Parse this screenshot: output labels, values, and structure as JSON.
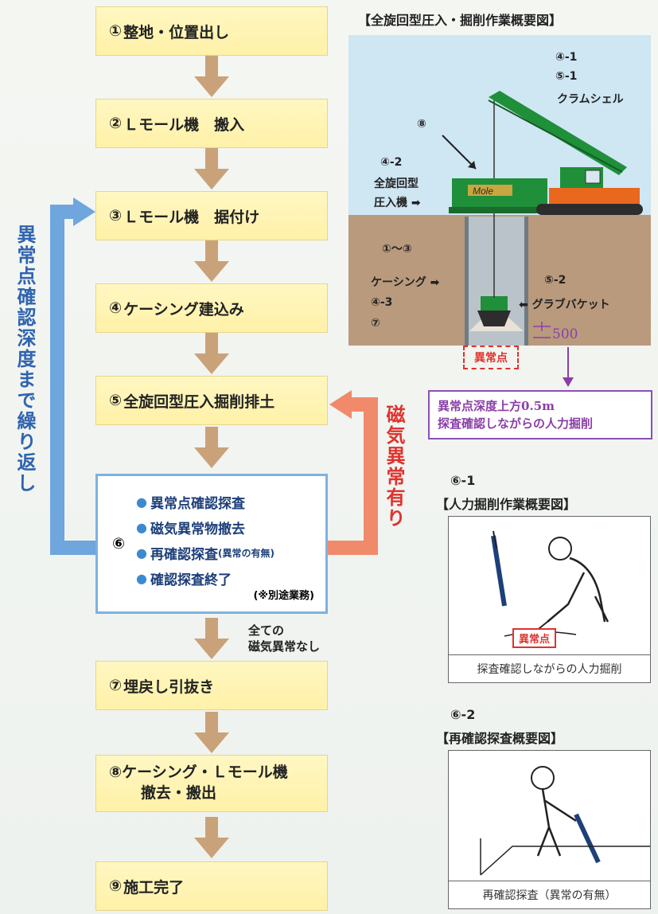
{
  "steps": [
    {
      "num": "①",
      "label": "整地・位置出し"
    },
    {
      "num": "②",
      "label": "Ｌモール機　搬入"
    },
    {
      "num": "③",
      "label": "Ｌモール機　据付け"
    },
    {
      "num": "④",
      "label": "ケーシング建込み"
    },
    {
      "num": "⑤",
      "label": "全旋回型圧入掘削排土"
    },
    {
      "num": "⑦",
      "label": "埋戻し引抜き"
    },
    {
      "num": "⑧",
      "label": "ケーシング・Ｌモール機",
      "label2": "撤去・搬出"
    },
    {
      "num": "⑨",
      "label": "施工完了"
    }
  ],
  "step6": {
    "num": "⑥",
    "items": [
      "異常点確認探査",
      "磁気異常物撤去",
      "再確認探査",
      "確認探査終了"
    ],
    "item3_small": "(異常の有無)",
    "note": "(※別途業務)"
  },
  "loop_left_label": "異常点確認深度まで繰り返し",
  "loop_right_label": "磁気異常有り",
  "all_none": {
    "line1": "全ての",
    "line2": "磁気異常なし"
  },
  "diagram": {
    "title": "【全旋回型圧入・掘削作業概要図】",
    "labels": {
      "l41": "④-1",
      "l51": "⑤-1",
      "clamshell": "クラムシェル",
      "l8": "⑧",
      "l42": "④-2",
      "rotary1": "全旋回型",
      "rotary2": "圧入機 ➡",
      "l13": "①〜③",
      "casing": "ケーシング ➡",
      "l43": "④-3",
      "l7": "⑦",
      "l52": "⑤-2",
      "grab": "⬅ グラブバケット",
      "mole": "Mole"
    },
    "depth": "500",
    "anomaly": "異常点",
    "note_line1": "異常点深度上方0.5m",
    "note_line2": "探査確認しながらの人力掘削"
  },
  "panel1": {
    "num": "⑥-1",
    "title": "【人力掘削作業概要図】",
    "tag": "異常点",
    "caption": "探査確認しながらの人力掘削"
  },
  "panel2": {
    "num": "⑥-2",
    "title": "【再確認探査概要図】",
    "caption": "再確認探査（異常の有無）"
  },
  "colors": {
    "step_fill": "#fff3b0",
    "arrow": "#c9a27a",
    "loop_blue": "#6fa6de",
    "loop_red": "#f08a6a",
    "crane_green": "#1f8f3a",
    "crane_orange": "#e8681e",
    "anomaly_red": "#e0322e",
    "note_purple": "#8a3fa8"
  }
}
